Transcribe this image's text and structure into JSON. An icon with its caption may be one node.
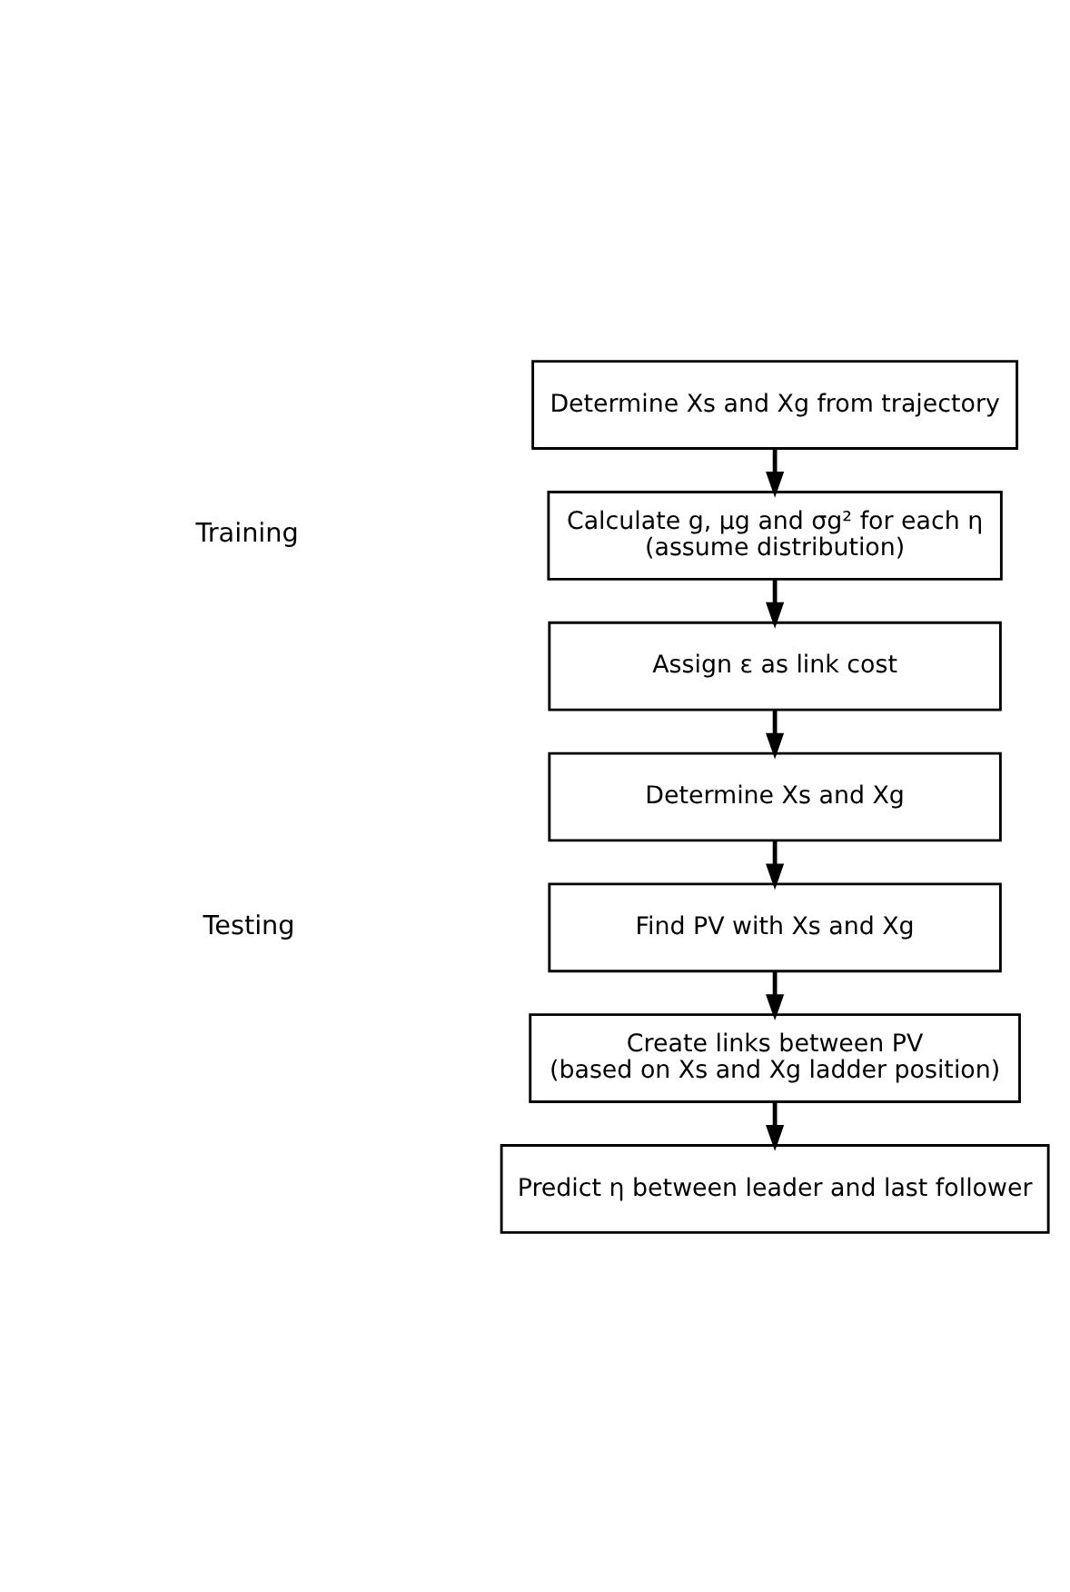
{
  "diagram": {
    "nodes": [
      {
        "text": [
          "Determine Xs and Xg from trajectory"
        ]
      },
      {
        "text": [
          "Calculate g, μg and σg² for each η",
          "(assume distribution)"
        ]
      },
      {
        "text": [
          "Assign ε as link cost"
        ]
      },
      {
        "text": [
          "Determine Xs and Xg"
        ]
      },
      {
        "text": [
          "Find PV with Xs and Xg"
        ]
      },
      {
        "text": [
          "Create links between PV",
          "(based on Xs and Xg ladder position)"
        ]
      },
      {
        "text": [
          "Predict η between leader and last follower"
        ]
      }
    ],
    "edges": [
      {
        "from": 0,
        "to": 1,
        "arrow": "to"
      },
      {
        "from": 1,
        "to": 2,
        "arrow": "to"
      },
      {
        "from": 2,
        "to": 3,
        "arrow": "to"
      },
      {
        "from": 3,
        "to": 4,
        "arrow": "to"
      },
      {
        "from": 4,
        "to": 5,
        "arrow": "to"
      },
      {
        "from": 5,
        "to": 6,
        "arrow": "to"
      }
    ],
    "labels": [
      "Training",
      "Testing"
    ]
  }
}
